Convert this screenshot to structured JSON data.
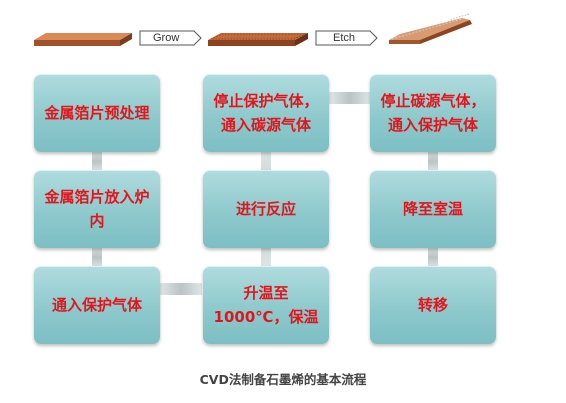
{
  "process_banner": {
    "step1_label": "Grow",
    "step2_label": "Etch"
  },
  "flowchart": {
    "boxes": [
      "金属箔片预处理",
      "金属箔片放入炉内",
      "通入保护气体",
      "升温至1000℃，保温",
      "进行反应",
      "停止保护气体，通入碳源气体",
      "停止碳源气体，通入保护气体",
      "降至室温",
      "转移"
    ]
  },
  "caption": "CVD法制备石墨烯的基本流程"
}
